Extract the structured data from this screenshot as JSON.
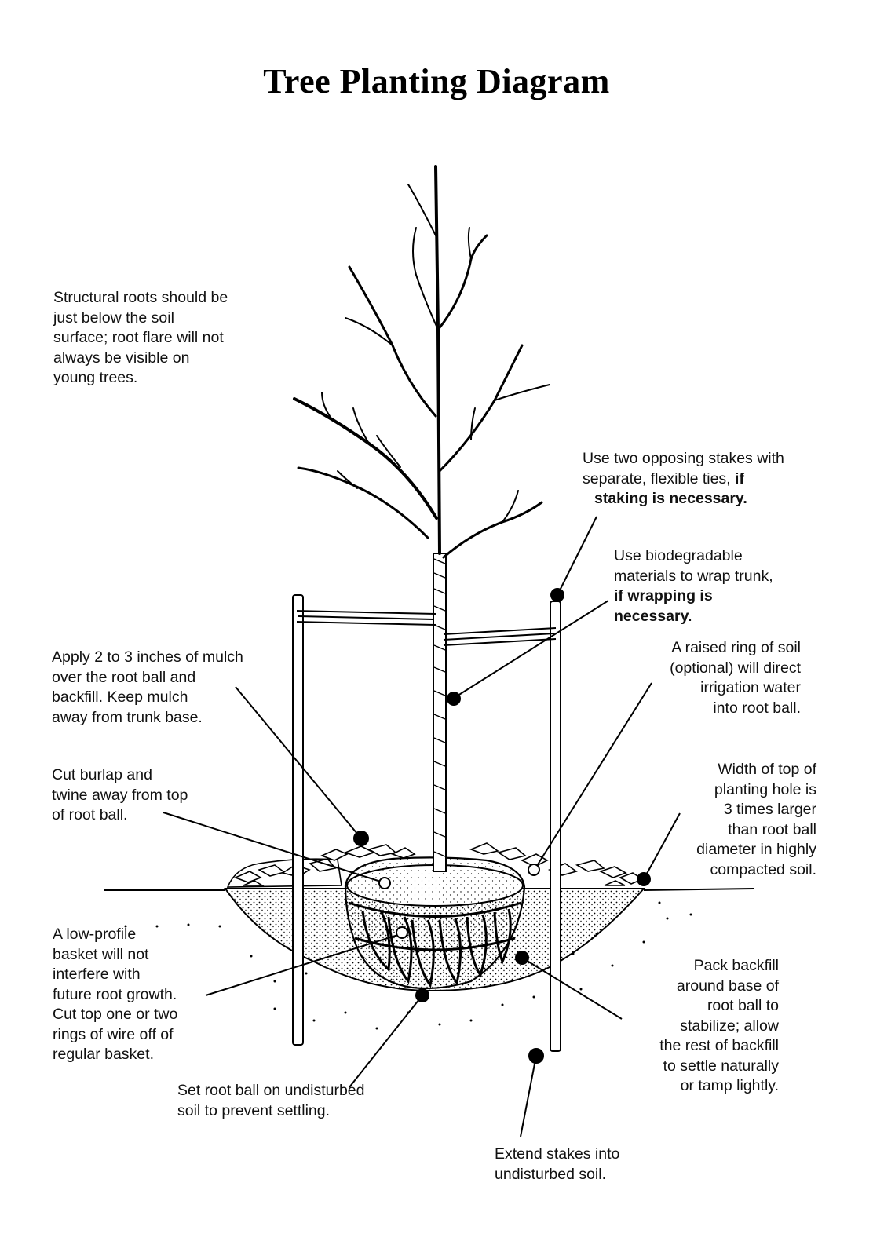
{
  "title": "Tree Planting Diagram",
  "labels": {
    "structural_roots": [
      "Structural roots should be",
      "just below the soil",
      "surface; root flare will not",
      "always be visible on",
      "young trees."
    ],
    "stakes": [
      "Use two opposing stakes with",
      "separate, flexible ties, ",
      "if",
      "staking is necessary."
    ],
    "wrap": [
      "Use biodegradable",
      "materials to wrap trunk,",
      "if wrapping is",
      "necessary."
    ],
    "mulch": [
      "Apply 2 to 3 inches of mulch",
      "over the root ball and",
      "backfill. Keep mulch",
      "away from trunk base."
    ],
    "soil_ring": [
      "A raised ring of soil",
      "(optional) will direct",
      "irrigation water",
      "into root ball."
    ],
    "burlap": [
      "Cut burlap and",
      "twine away from top",
      "of root ball."
    ],
    "hole_width": [
      "Width of top of",
      "planting hole is",
      "3 times larger",
      "than root ball",
      "diameter in highly",
      "compacted soil."
    ],
    "basket": [
      "A low-profile",
      "basket will not",
      "interfere with",
      "future root growth.",
      "Cut top one or two",
      "rings of wire off of",
      "regular basket."
    ],
    "backfill": [
      "Pack backfill",
      "around base of",
      "root ball to",
      "stabilize; allow",
      "the rest of backfill",
      "to settle naturally",
      "or tamp lightly."
    ],
    "root_ball": [
      "Set root ball on undisturbed",
      "soil to prevent settling."
    ],
    "extend_stakes": [
      "Extend stakes into",
      "undisturbed soil."
    ]
  },
  "colors": {
    "ink": "#000000",
    "paper": "#ffffff",
    "text": "#111111"
  }
}
